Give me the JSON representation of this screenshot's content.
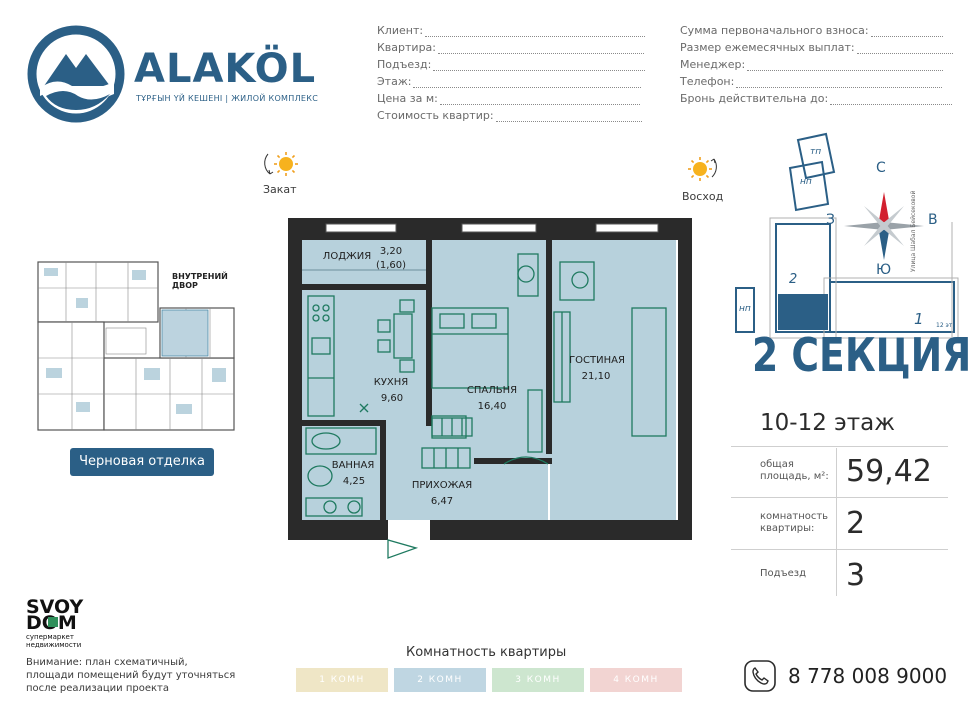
{
  "brand": {
    "name": "ALAKÖL",
    "tagline": "ТҰРҒЫН ҮЙ КЕШЕНІ | ЖИЛОЙ КОМПЛЕКС",
    "color": "#2b5f86"
  },
  "form_left": [
    {
      "label": "Клиент:"
    },
    {
      "label": "Квартира:"
    },
    {
      "label": "Подъезд:"
    },
    {
      "label": "Этаж:"
    },
    {
      "label": "Цена за м:"
    },
    {
      "label": "Стоимость квартир:"
    }
  ],
  "form_right": [
    {
      "label": "Сумма первоначального взноса:"
    },
    {
      "label": "Размер ежемесячных выплат:"
    },
    {
      "label": "Менеджер:"
    },
    {
      "label": "Телефон:"
    },
    {
      "label": "Бронь действительна до:"
    }
  ],
  "sun": {
    "sunset": "Закат",
    "sunrise": "Восход"
  },
  "mini_plan": {
    "courtyard": "ВНУТРЕНИЙ ДВОР"
  },
  "finish_button": "Черновая отделка",
  "rooms": {
    "loggia": {
      "name": "ЛОДЖИЯ",
      "area": "3,20",
      "area_reduced": "(1,60)"
    },
    "kitchen": {
      "name": "КУХНЯ",
      "area": "9,60"
    },
    "bedroom": {
      "name": "СПАЛЬНЯ",
      "area": "16,40"
    },
    "living": {
      "name": "ГОСТИНАЯ",
      "area": "21,10"
    },
    "bathroom": {
      "name": "ВАННАЯ",
      "area": "4,25"
    },
    "hallway": {
      "name": "ПРИХОЖАЯ",
      "area": "6,47"
    }
  },
  "compass": {
    "n": "С",
    "s": "Ю",
    "w": "З",
    "e": "В"
  },
  "site_plan": {
    "tp": "тп",
    "np": "нп",
    "np2": "нп",
    "section2": "2",
    "section1": "1",
    "street": "Улица Шабал Бейсековой",
    "floors_note": "12 эт"
  },
  "section": {
    "title": "2 СЕКЦИЯ",
    "floors": "10-12 этаж"
  },
  "stats": [
    {
      "label_l1": "общая",
      "label_l2": "площадь, м²:",
      "value": "59,42"
    },
    {
      "label_l1": "комнатность",
      "label_l2": "квартиры:",
      "value": "2"
    },
    {
      "label_l1": "Подъезд",
      "label_l2": "",
      "value": "3"
    }
  ],
  "developer": {
    "logo_l1": "SVOY",
    "logo_l2": "DOM",
    "sub_l1": "супермаркет",
    "sub_l2": "недвижимости"
  },
  "notice": [
    "Внимание: план схематичный,",
    "площади помещений будут уточняться",
    "после реализации проекта"
  ],
  "room_count": {
    "title": "Комнатность квартиры",
    "options": [
      {
        "label": "1 КОМН",
        "color": "#efe6c6"
      },
      {
        "label": "2 КОМН",
        "color": "#bfd6e2"
      },
      {
        "label": "3 КОМН",
        "color": "#cde6cf"
      },
      {
        "label": "4 КОМН",
        "color": "#f2d4d2"
      }
    ]
  },
  "contact": {
    "phone": "8 778 008 9000"
  }
}
